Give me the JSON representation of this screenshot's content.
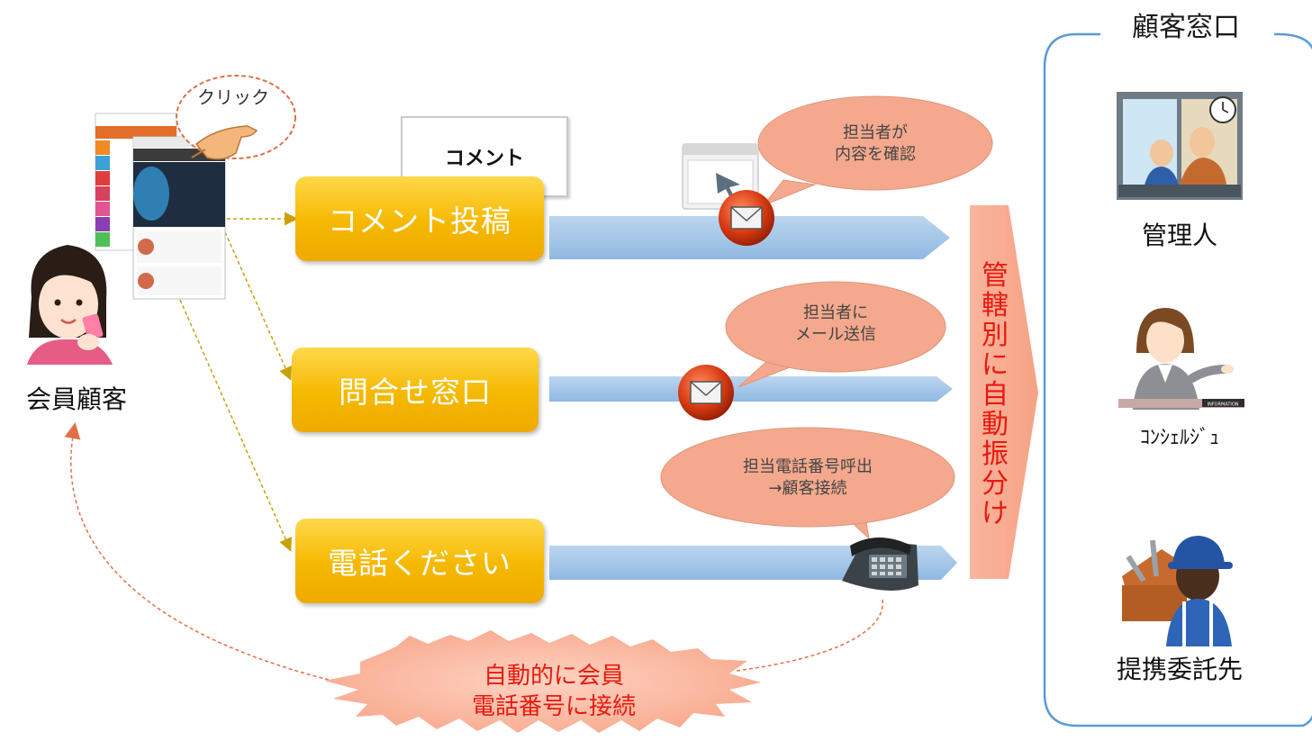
{
  "customer": {
    "label": "会員顧客"
  },
  "phone_ui": {
    "click_label": "クリック"
  },
  "comment_box": {
    "label": "コメント"
  },
  "buttons": {
    "comment_post": "コメント投稿",
    "inquiry": "問合せ窓口",
    "call_me": "電話ください"
  },
  "bubbles": {
    "confirm": [
      "担当者が",
      "内容を確認"
    ],
    "mail": [
      "担当者に",
      "メール送信"
    ],
    "phone": [
      "担当電話番号呼出",
      "→顧客接続"
    ]
  },
  "routing_label": "管轄別に自動振分け",
  "auto_connect": [
    "自動的に会員",
    "電話番号に接続"
  ],
  "window": {
    "title": "顧客窓口",
    "roles": [
      {
        "label": "管理人",
        "icon": "manager-icon"
      },
      {
        "label": "ｺﾝｼｪﾙｼﾞｭ",
        "icon": "concierge-icon"
      },
      {
        "label": "提携委託先",
        "icon": "contractor-icon"
      }
    ]
  },
  "colors": {
    "button_gold": "#f5b800",
    "arrow_blue": "#9dc3e6",
    "bubble_salmon": "#f4a98e",
    "routing_red": "#e8190f",
    "frame_blue": "#5b9bd5"
  }
}
